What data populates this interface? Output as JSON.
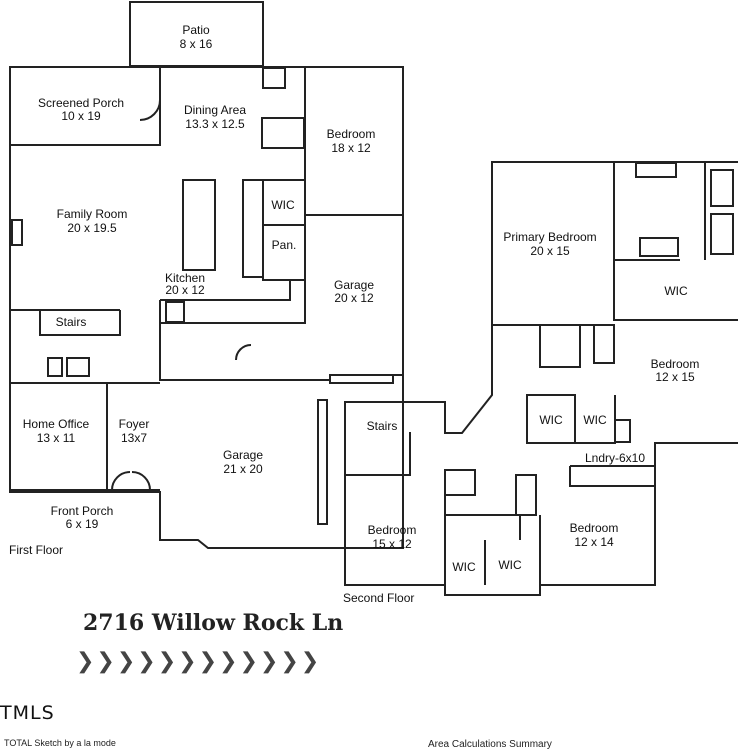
{
  "first_floor": {
    "label": "First Floor",
    "rooms": {
      "patio": {
        "name": "Patio",
        "size": "8 x 16"
      },
      "screened_porch": {
        "name": "Screened Porch",
        "size": "10 x 19"
      },
      "dining": {
        "name": "Dining Area",
        "size": "13.3 x 12.5"
      },
      "bedroom": {
        "name": "Bedroom",
        "size": "18 x 12"
      },
      "family": {
        "name": "Family Room",
        "size": "20 x 19.5"
      },
      "wic": {
        "name": "WIC"
      },
      "pantry": {
        "name": "Pan."
      },
      "kitchen": {
        "name": "Kitchen",
        "size": "20 x 12"
      },
      "garage_small": {
        "name": "Garage",
        "size": "20 x 12"
      },
      "stairs": {
        "name": "Stairs"
      },
      "office": {
        "name": "Home Office",
        "size": "13 x 11"
      },
      "foyer": {
        "name": "Foyer",
        "size": "13x7"
      },
      "garage_big": {
        "name": "Garage",
        "size": "21 x 20"
      },
      "front_porch": {
        "name": "Front Porch",
        "size": "6 x 19"
      }
    }
  },
  "second_floor": {
    "label": "Second Floor",
    "rooms": {
      "primary": {
        "name": "Primary Bedroom",
        "size": "20 x 15"
      },
      "wic_right": {
        "name": "WIC"
      },
      "bedroom_right": {
        "name": "Bedroom",
        "size": "12 x 15"
      },
      "stairs": {
        "name": "Stairs"
      },
      "wic_a": {
        "name": "WIC"
      },
      "wic_b": {
        "name": "WIC"
      },
      "laundry": {
        "name": "Lndry-6x10"
      },
      "bedroom_left": {
        "name": "Bedroom",
        "size": "15 x 12"
      },
      "bedroom_mid": {
        "name": "Bedroom",
        "size": "12 x 14"
      },
      "wic_c": {
        "name": "WIC"
      },
      "wic_d": {
        "name": "WIC"
      }
    }
  },
  "address": "2716 Willow Rock Ln",
  "chevrons": "❯❯❯❯❯❯❯❯❯❯❯❯",
  "logo": "TMLS",
  "footer_total": "TOTAL Sketch by a la mode",
  "footer_area": "Area Calculations Summary"
}
